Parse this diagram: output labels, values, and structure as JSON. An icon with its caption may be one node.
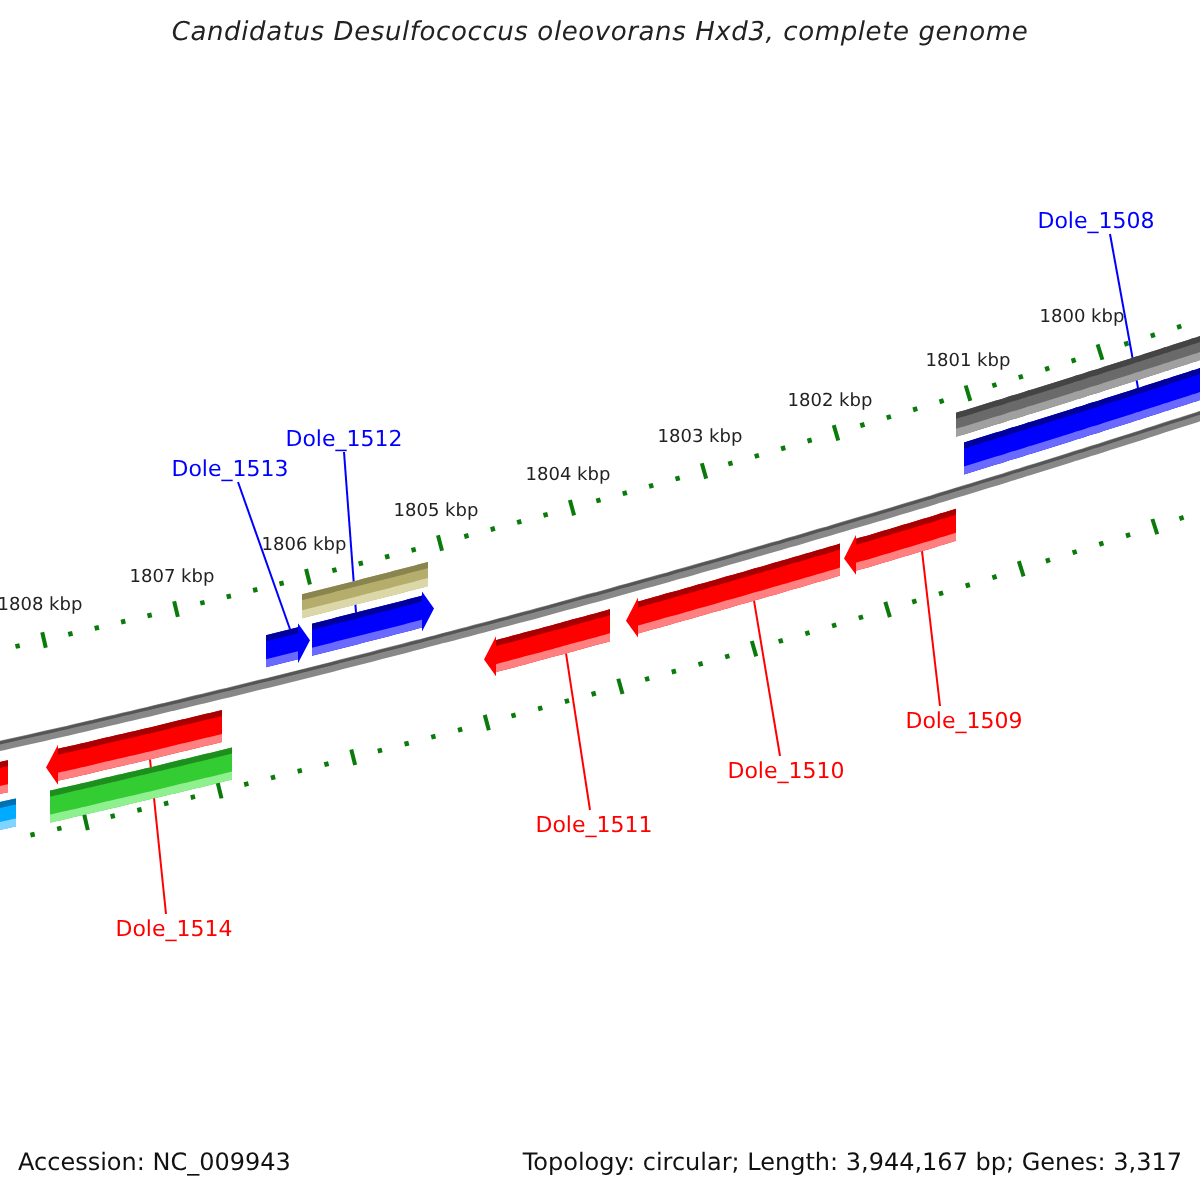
{
  "diagram": {
    "title": "Candidatus Desulfococcus oleovorans Hxd3, complete genome",
    "nodes": [
      {
        "text": [
          "Dole_1508"
        ]
      },
      {
        "text": [
          "Dole_1512"
        ]
      },
      {
        "text": [
          "Dole_1513"
        ]
      },
      {
        "text": [
          "Dole_1509"
        ]
      },
      {
        "text": [
          "Dole_1510"
        ]
      },
      {
        "text": [
          "Dole_1511"
        ]
      },
      {
        "text": [
          "Dole_1514"
        ]
      },
      {
        "text": [],
        "shape": "bar"
      },
      {
        "text": [],
        "shape": "bar"
      },
      {
        "text": [],
        "shape": "arrow"
      },
      {
        "text": [],
        "shape": "bar"
      },
      {
        "text": [],
        "shape": "arrow"
      },
      {
        "text": [],
        "shape": "bar"
      },
      {
        "text": [],
        "shape": "arrow"
      },
      {
        "text": [],
        "shape": "arrow"
      },
      {
        "text": [],
        "shape": "arrow"
      },
      {
        "text": [],
        "shape": "arrow"
      },
      {
        "text": [],
        "shape": "bar"
      },
      {
        "text": [],
        "shape": "bar"
      }
    ],
    "edges": [
      {
        "from": 0,
        "to": 18,
        "arrow": "none",
        "color": "#0000ff"
      },
      {
        "from": 1,
        "to": 13,
        "arrow": "none",
        "color": "#0000ff"
      },
      {
        "from": 2,
        "to": 11,
        "arrow": "none",
        "color": "#0000ff"
      },
      {
        "from": 3,
        "to": 16,
        "arrow": "none"
      },
      {
        "from": 4,
        "to": 15,
        "arrow": "none"
      },
      {
        "from": 5,
        "to": 14,
        "arrow": "none"
      },
      {
        "from": 6,
        "to": 9,
        "arrow": "none"
      }
    ],
    "labels": [
      "1800 kbp",
      "1801 kbp",
      "1802 kbp",
      "1803 kbp",
      "1804 kbp",
      "1805 kbp",
      "1806 kbp",
      "1807 kbp",
      "1808 kbp",
      "Accession: NC_009943",
      "Topology: circular; Length: 3,944,167 bp; Genes: 3,317"
    ]
  }
}
